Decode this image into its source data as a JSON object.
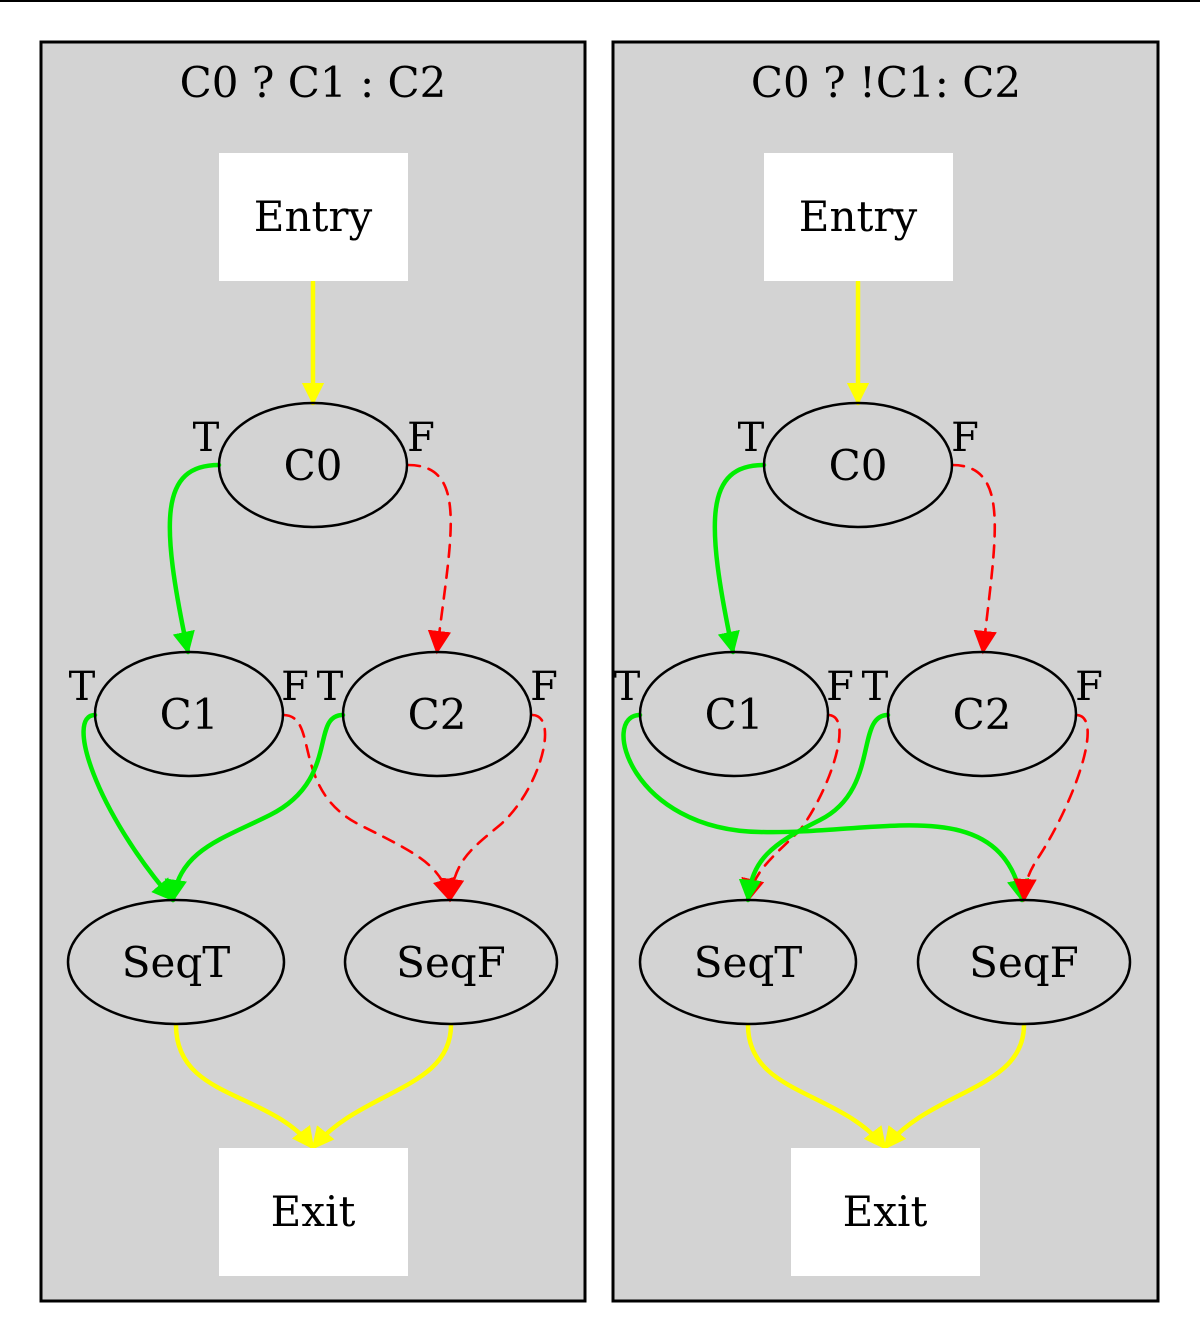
{
  "colors": {
    "flow": "#ffff00",
    "true_edge": "#00ee00",
    "false_edge": "#ff0000",
    "cluster_fill": "#d3d3d3",
    "box_fill": "#ffffff"
  },
  "clusters": [
    {
      "title": "C0 ? C1 : C2",
      "nodes": {
        "entry": "Entry",
        "c0": "C0",
        "c1": "C1",
        "c2": "C2",
        "seqt": "SeqT",
        "seqf": "SeqF",
        "exit": "Exit"
      },
      "ports": {
        "c0_true": "T",
        "c0_false": "F",
        "c1_true": "T",
        "c1_false": "F",
        "c2_true": "T",
        "c2_false": "F"
      },
      "edges": [
        {
          "from": "Entry",
          "to": "C0",
          "kind": "flow"
        },
        {
          "from": "C0",
          "to": "C1",
          "kind": "true"
        },
        {
          "from": "C0",
          "to": "C2",
          "kind": "false"
        },
        {
          "from": "C1",
          "to": "SeqT",
          "kind": "true"
        },
        {
          "from": "C1",
          "to": "SeqF",
          "kind": "false"
        },
        {
          "from": "C2",
          "to": "SeqT",
          "kind": "true"
        },
        {
          "from": "C2",
          "to": "SeqF",
          "kind": "false"
        },
        {
          "from": "SeqT",
          "to": "Exit",
          "kind": "flow"
        },
        {
          "from": "SeqF",
          "to": "Exit",
          "kind": "flow"
        }
      ]
    },
    {
      "title": "C0 ? !C1: C2",
      "nodes": {
        "entry": "Entry",
        "c0": "C0",
        "c1": "C1",
        "c2": "C2",
        "seqt": "SeqT",
        "seqf": "SeqF",
        "exit": "Exit"
      },
      "ports": {
        "c0_true": "T",
        "c0_false": "F",
        "c1_true": "T",
        "c1_false": "F",
        "c2_true": "T",
        "c2_false": "F"
      },
      "edges": [
        {
          "from": "Entry",
          "to": "C0",
          "kind": "flow"
        },
        {
          "from": "C0",
          "to": "C1",
          "kind": "true"
        },
        {
          "from": "C0",
          "to": "C2",
          "kind": "false"
        },
        {
          "from": "C1",
          "to": "SeqF",
          "kind": "true"
        },
        {
          "from": "C1",
          "to": "SeqT",
          "kind": "false"
        },
        {
          "from": "C2",
          "to": "SeqT",
          "kind": "true"
        },
        {
          "from": "C2",
          "to": "SeqF",
          "kind": "false"
        },
        {
          "from": "SeqT",
          "to": "Exit",
          "kind": "flow"
        },
        {
          "from": "SeqF",
          "to": "Exit",
          "kind": "flow"
        }
      ]
    }
  ]
}
